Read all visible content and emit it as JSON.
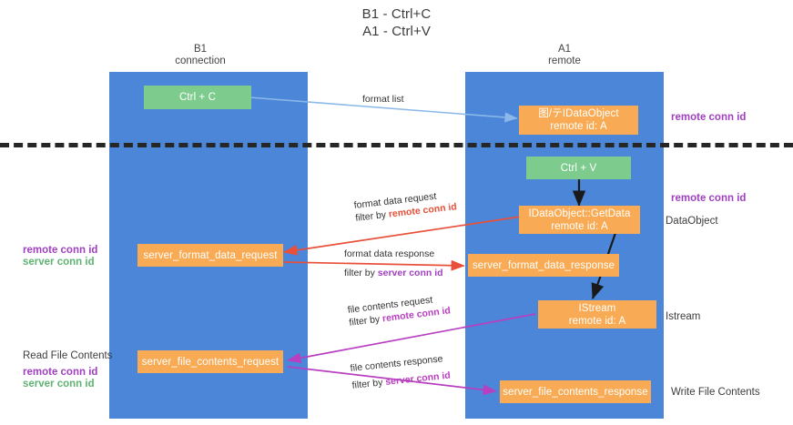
{
  "title": {
    "line1": "B1 - Ctrl+C",
    "line2": "A1 - Ctrl+V"
  },
  "columns": [
    {
      "name": "B1",
      "sub": "connection"
    },
    {
      "name": "A1",
      "sub": "remote"
    }
  ],
  "nodes": {
    "ctrl_c": {
      "label": "Ctrl + C"
    },
    "idataobject_top": {
      "label": "图/テIDataObject",
      "sub": "remote id: A"
    },
    "ctrl_v": {
      "label": "Ctrl + V"
    },
    "getdata": {
      "label": "IDataObject::GetData",
      "sub": "remote id: A"
    },
    "server_format_request": {
      "label": "server_format_data_request"
    },
    "server_format_response": {
      "label": "server_format_data_response"
    },
    "istream": {
      "label": "IStream",
      "sub": "remote id: A"
    },
    "server_file_request": {
      "label": "server_file_contents_request"
    },
    "server_file_response": {
      "label": "server_file_contents_response"
    }
  },
  "edges": [
    {
      "id": "format-list",
      "line1": "format list",
      "line2": "",
      "line2_prefix": "",
      "line2_highlight": ""
    },
    {
      "id": "format-data-request",
      "line1": "format data request",
      "line2_prefix": "filter by ",
      "line2_highlight": "remote conn id"
    },
    {
      "id": "format-data-response",
      "line1": "format data response",
      "line2_prefix": "filter by ",
      "line2_highlight": "server conn id"
    },
    {
      "id": "file-contents-request",
      "line1": "file contents request",
      "line2_prefix": "filter by ",
      "line2_highlight": "remote conn id"
    },
    {
      "id": "file-contents-response",
      "line1": "file contents response",
      "line2_prefix": "filter by ",
      "line2_highlight": "server conn id"
    }
  ],
  "annotations": {
    "right_remote_conn_id_top": "remote conn id",
    "right_remote_conn_id_mid": "remote conn id",
    "right_dataobject": "DataObject",
    "right_istream": "Istream",
    "right_write_file_contents": "Write File Contents",
    "left_remote_conn_id_mid": "remote conn id",
    "left_server_conn_id_mid": "server conn id",
    "left_read_file_contents": "Read File Contents",
    "left_remote_conn_id_bot": "remote conn id",
    "left_server_conn_id_bot": "server conn id"
  },
  "colors": {
    "lane": "#4b86d8",
    "green_box": "#7dcc8d",
    "orange_box": "#f8ab54",
    "purple_text": "#a03fc0",
    "green_text": "#5fb271",
    "red_arrow": "#e8503a",
    "magenta_arrow": "#b83fc0",
    "blue_arrow": "#8ab8e8",
    "black_arrow": "#1a1a1a",
    "divider": "#262626"
  }
}
